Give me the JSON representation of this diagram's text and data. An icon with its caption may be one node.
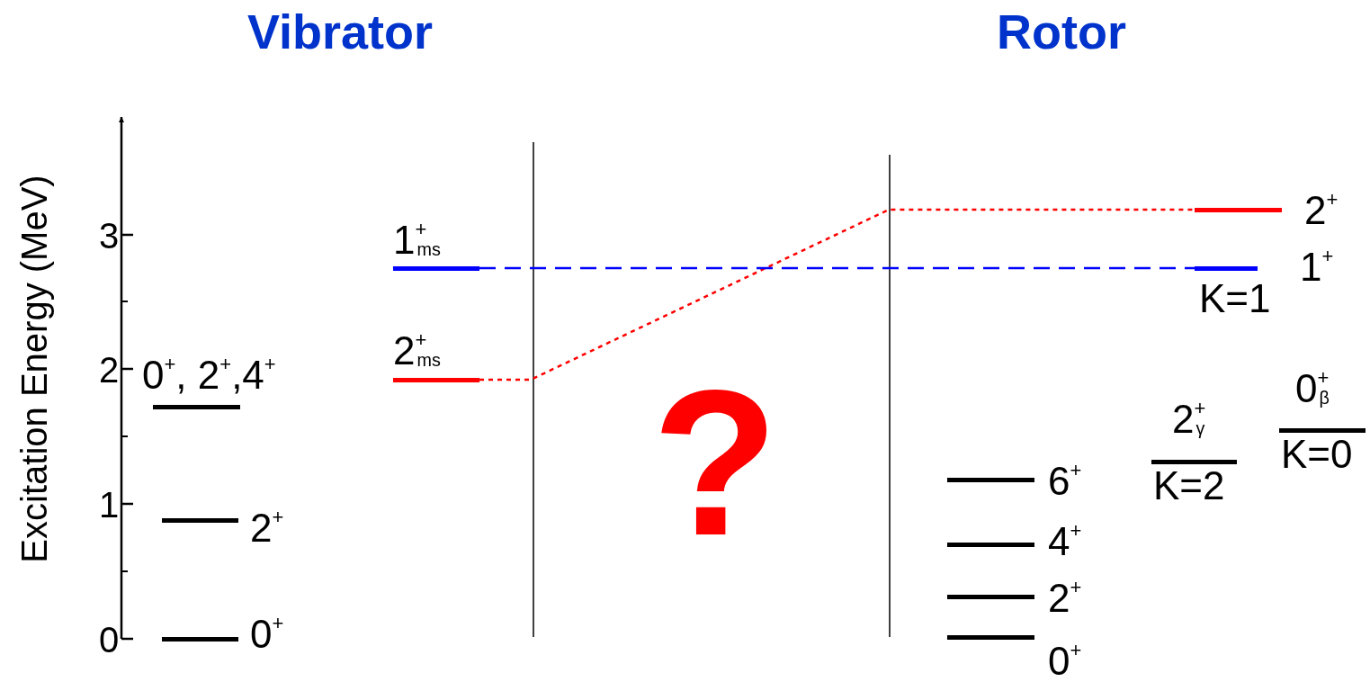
{
  "diagram": {
    "nodes": [
      {
        "text": [
          "0$^{+}$"
        ]
      },
      {
        "text": [
          "2$^{+}$"
        ]
      },
      {
        "text": [
          "0$^{+}$, 2$^{+}$,4$^{+}$"
        ]
      },
      {
        "text": [
          "2$^{+}$$_{ms}$"
        ]
      },
      {
        "text": [
          "1$^{+}$$_{ms}$"
        ]
      },
      {
        "text": [
          "0$^{+}$"
        ]
      },
      {
        "text": [
          "2$^{+}$"
        ]
      },
      {
        "text": [
          "4$^{+}$"
        ]
      },
      {
        "text": [
          "6$^{+}$"
        ]
      },
      {
        "text": [
          "2$^{+}$$_{γ}$",
          "K=2"
        ]
      },
      {
        "text": [
          "0$^{+}$$_{β}$",
          "K=0"
        ]
      },
      {
        "text": [
          "1$^{+}$",
          "K=1"
        ]
      },
      {
        "text": [
          "2$^{+}$"
        ]
      }
    ],
    "edges": [
      {
        "from": 3,
        "to": 12,
        "arrow": "none",
        "style": "dashed",
        "color": "#ff0000"
      },
      {
        "from": 4,
        "to": 11,
        "arrow": "none",
        "style": "dashed",
        "color": "#0000ff"
      }
    ],
    "labels": [
      "Vibrator",
      "Rotor",
      "Excitation Energy (MeV)",
      "3",
      "2",
      "1",
      "0",
      "?"
    ]
  }
}
